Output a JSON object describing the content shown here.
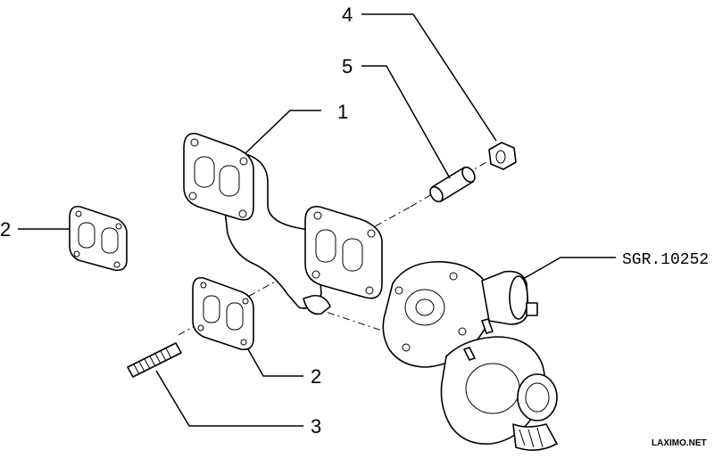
{
  "diagram": {
    "callouts": {
      "c1": "1",
      "c2a": "2",
      "c2b": "2",
      "c3": "3",
      "c4": "4",
      "c5": "5"
    },
    "reference_code": "SGR.10252",
    "watermark": "LAXIMO.NET",
    "parts": [
      {
        "id": "1",
        "component": "exhaust-manifold"
      },
      {
        "id": "2",
        "component": "gasket"
      },
      {
        "id": "3",
        "component": "stud"
      },
      {
        "id": "4",
        "component": "nut"
      },
      {
        "id": "5",
        "component": "spacer-sleeve"
      },
      {
        "id": "SGR.10252",
        "component": "turbocharger"
      }
    ]
  }
}
